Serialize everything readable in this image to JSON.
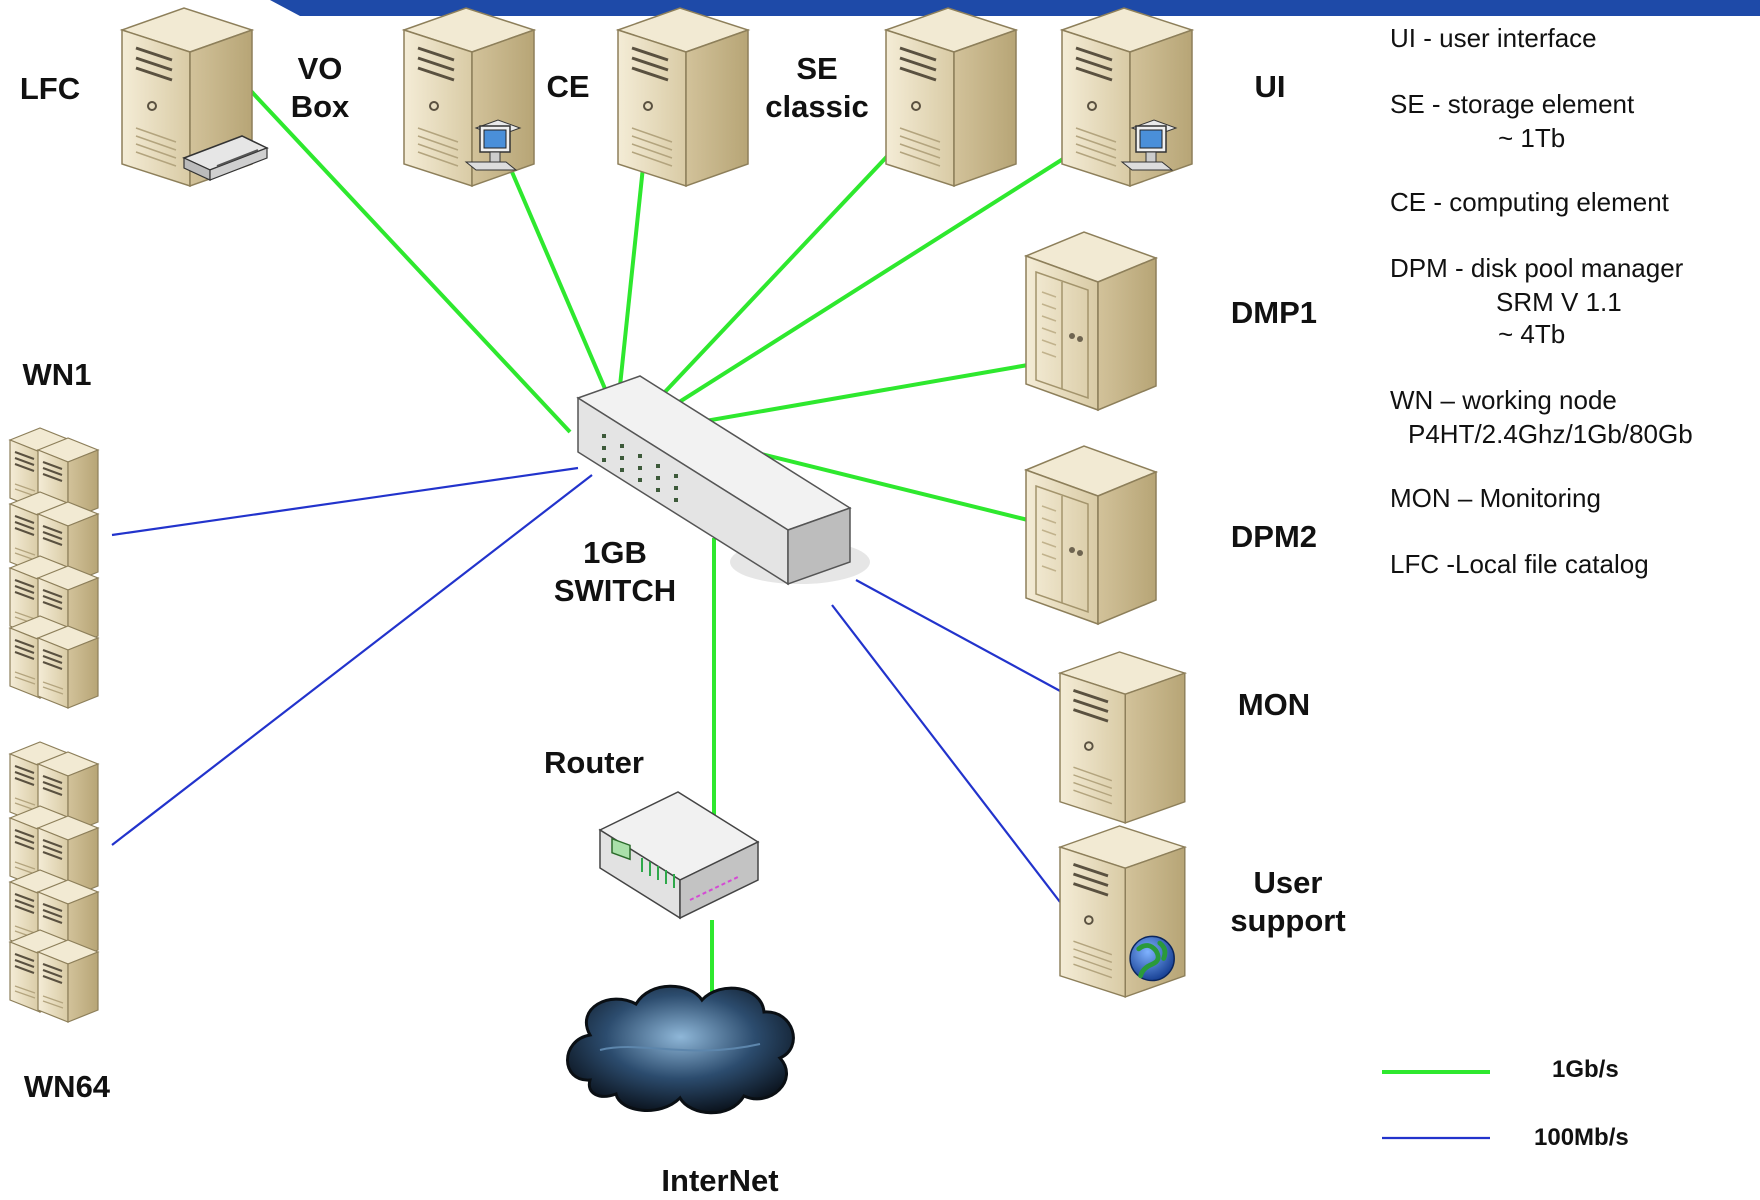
{
  "nodes": {
    "lfc": "LFC",
    "vo_box_line1": "VO",
    "vo_box_line2": "Box",
    "ce": "CE",
    "se_line1": "SE",
    "se_line2": "classic",
    "ui": "UI",
    "dmp1": "DMP1",
    "dpm2": "DPM2",
    "mon": "MON",
    "user_support_line1": "User",
    "user_support_line2": "support",
    "wn1": "WN1",
    "wn64": "WN64",
    "switch_line1": "1GB",
    "switch_line2": "SWITCH",
    "router": "Router",
    "internet": "InterNet"
  },
  "definitions": [
    "UI - user interface",
    "SE - storage element",
    "~ 1Tb",
    "CE - computing element",
    "DPM - disk pool manager",
    "SRM V 1.1",
    "~ 4Tb",
    "WN – working node",
    "P4HT/2.4Ghz/1Gb/80Gb",
    "MON – Monitoring",
    "LFC -Local file catalog"
  ],
  "link_legend": {
    "gigabit": "1Gb/s",
    "fast": "100Mb/s"
  },
  "colors": {
    "gigabit_link": "#2ee82e",
    "fast_link": "#2233cc",
    "server_body": "#e7dcc0",
    "header_bar": "#1e4aa8"
  }
}
